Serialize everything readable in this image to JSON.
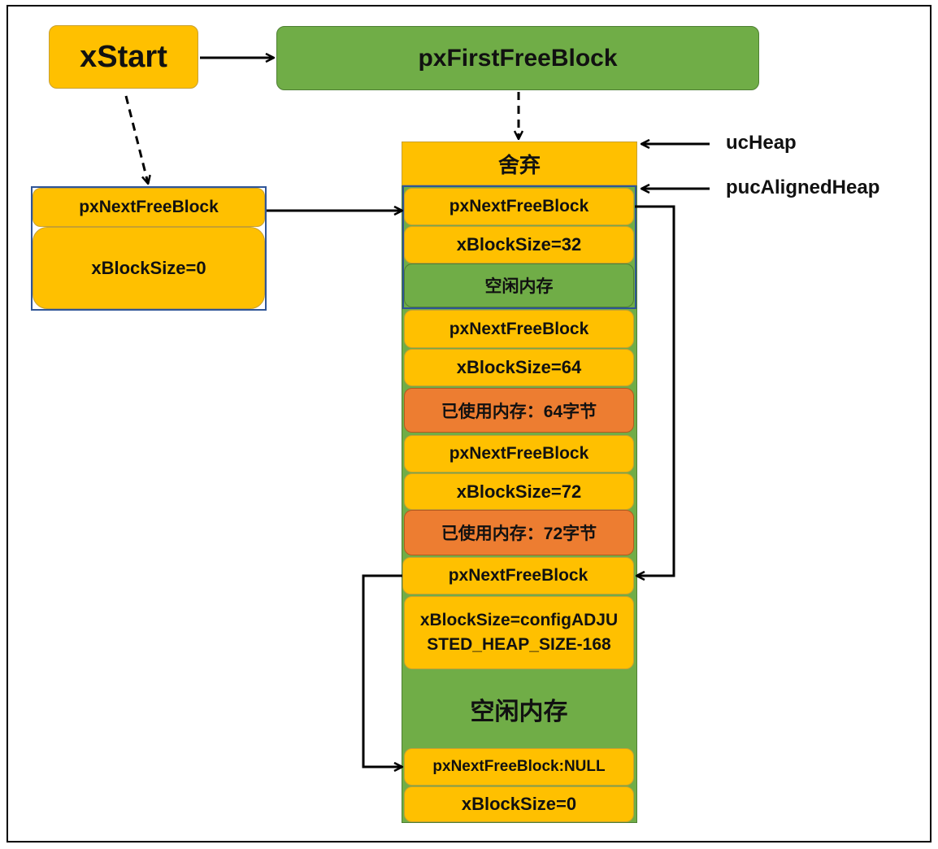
{
  "top": {
    "xstart": "xStart",
    "first_free": "pxFirstFreeBlock"
  },
  "left_struct": {
    "next": "pxNextFreeBlock",
    "size": "xBlockSize=0"
  },
  "heap": {
    "discard": "舍弃",
    "b1_next": "pxNextFreeBlock",
    "b1_size": "xBlockSize=32",
    "b1_free": "空闲内存",
    "b2_next": "pxNextFreeBlock",
    "b2_size": "xBlockSize=64",
    "b2_used": "已使用内存：64字节",
    "b3_next": "pxNextFreeBlock",
    "b3_size": "xBlockSize=72",
    "b3_used": "已使用内存：72字节",
    "b4_next": "pxNextFreeBlock",
    "b4_size_line1": "xBlockSize=configADJU",
    "b4_size_line2": "STED_HEAP_SIZE-168",
    "b4_free": "空闲内存",
    "end_next": "pxNextFreeBlock:NULL",
    "end_size": "xBlockSize=0"
  },
  "labels": {
    "ucheap": "ucHeap",
    "aligned": "pucAlignedHeap"
  },
  "colors": {
    "gold": "#ffc000",
    "green": "#70ad47",
    "orange": "#ed7d31",
    "border_blue": "#2f5597"
  }
}
